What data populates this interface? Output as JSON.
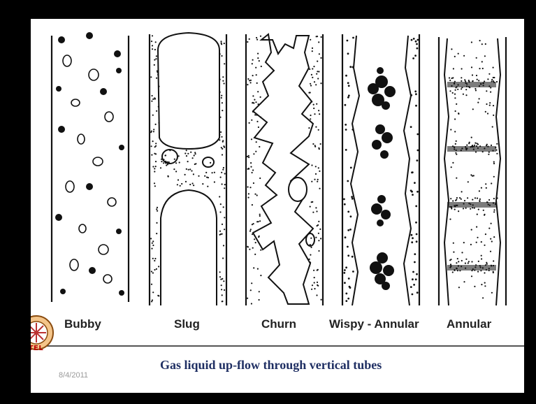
{
  "labels": {
    "bubby": "Bubby",
    "slug": "Slug",
    "churn": "Churn",
    "wispy": "Wispy - Annular",
    "annular": "Annular"
  },
  "logo_text": "NPTEL",
  "footer": {
    "date": "8/4/2011",
    "caption": "Gas liquid up-flow through vertical tubes"
  }
}
